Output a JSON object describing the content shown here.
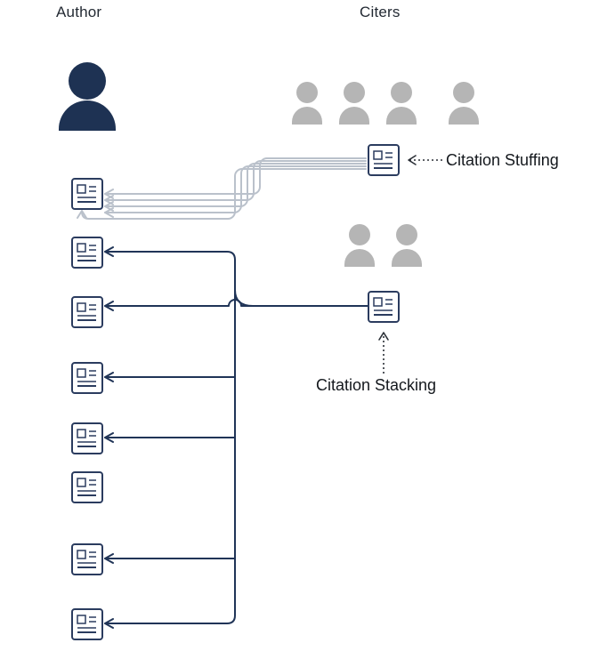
{
  "diagram": {
    "left_column_title": "Author",
    "right_column_title": "Citers",
    "stuffing_label": "Citation Stuffing",
    "stacking_label": "Citation Stacking",
    "author_paper_count": 8,
    "stuffing_citers_count": 4,
    "stuffing_arrow_count": 5,
    "stacking_citers_count": 2,
    "stacking_cited_papers": [
      2,
      3,
      4,
      5,
      7,
      8
    ]
  },
  "colors": {
    "author_navy": "#1e3253",
    "person_gray": "#b5b5b5",
    "stuffing_arrow_gray": "#bac1cb",
    "stacking_line_navy": "#203457",
    "doc_outline": "#2b3c5f",
    "heading_text": "#232a33",
    "annotation_text": "#14181d",
    "annotation_arrow": "#2a2f36"
  },
  "icons": [
    "author-person-icon",
    "citer-person-icon",
    "paper-icon",
    "arrowhead",
    "dotted-arrow"
  ]
}
